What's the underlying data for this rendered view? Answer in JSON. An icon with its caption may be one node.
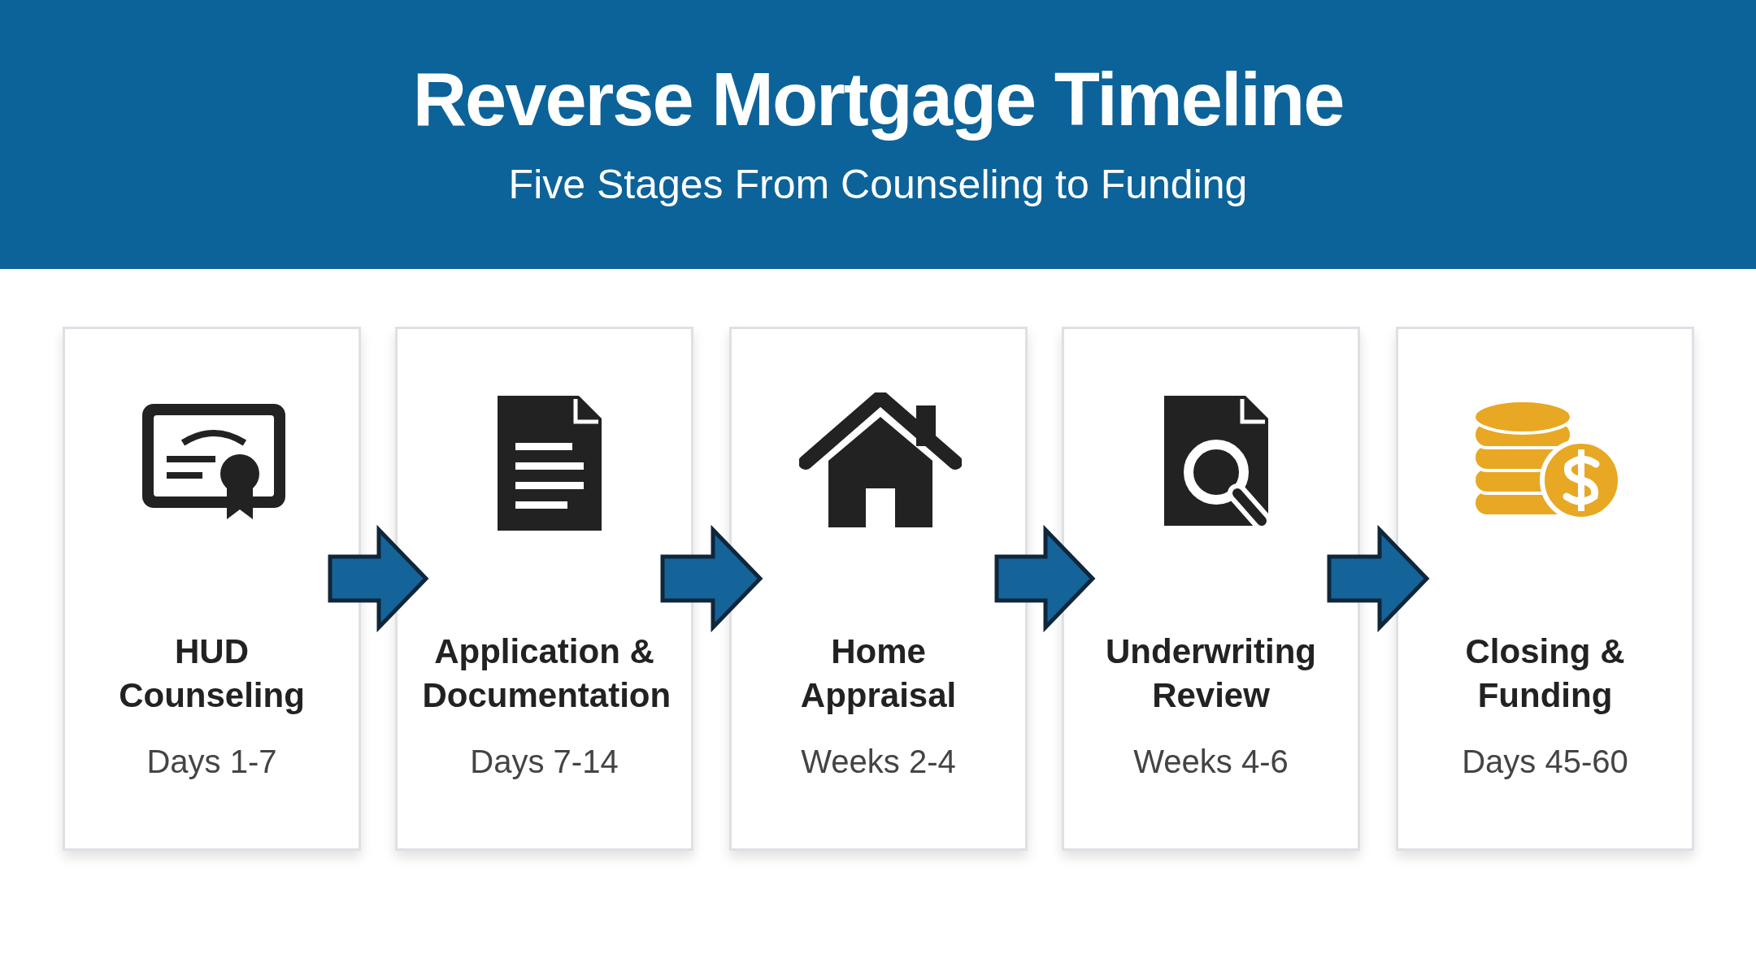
{
  "diagram": {
    "title": "Reverse Mortgage Timeline",
    "nodes": [
      {
        "text": [
          "HUD Counseling",
          "Days 1-7"
        ]
      },
      {
        "text": [
          "Application & Documentation",
          "Days 7-14"
        ]
      },
      {
        "text": [
          "Home Appraisal",
          "Weeks 2-4"
        ]
      },
      {
        "text": [
          "Underwriting Review",
          "Weeks 4-6"
        ]
      },
      {
        "text": [
          "Closing & Funding",
          "Days 45-60"
        ]
      }
    ],
    "edges": [
      {
        "from": 0,
        "to": 1,
        "arrow": "to"
      },
      {
        "from": 1,
        "to": 2,
        "arrow": "to"
      },
      {
        "from": 2,
        "to": 3,
        "arrow": "to"
      },
      {
        "from": 3,
        "to": 4,
        "arrow": "to"
      }
    ],
    "labels": [
      "Five Stages From Counseling to Funding"
    ]
  }
}
